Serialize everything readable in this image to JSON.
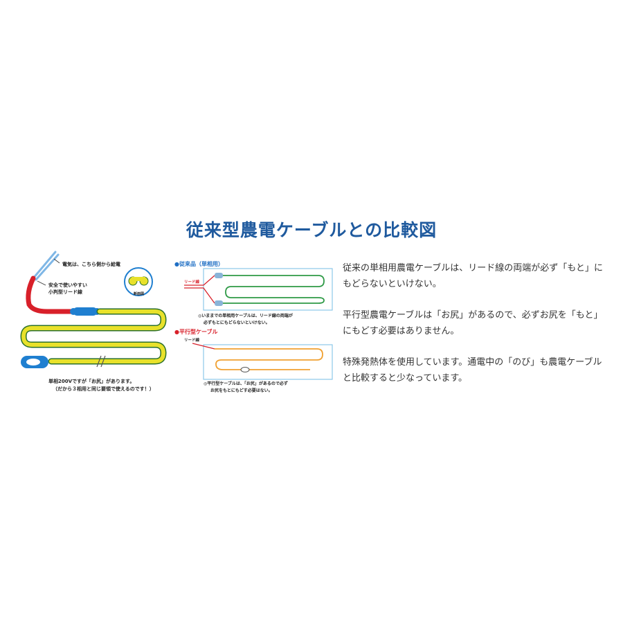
{
  "title": "従来型農電ケーブルとの比較図",
  "left_diagram": {
    "label_power": "電気は、こちら側から給電",
    "label_lead_1": "安全で使いやすい",
    "label_lead_2": "小判型リード線",
    "label_section": "断面図",
    "label_bottom_1": "単相200Vですが「お尻」があります。",
    "label_bottom_2": "（だから３相用と同じ要領で使えるのです！）"
  },
  "middle_diagram": {
    "conventional_heading": "●従来品（単相用）",
    "conventional_lead": "リード線",
    "conventional_note_1": "◎いままでの単相用ケーブルは、リード線の両端が",
    "conventional_note_2": "必ずもとにもどらないといけない。",
    "parallel_heading": "●平行型ケーブル",
    "parallel_lead": "リード線",
    "parallel_note_1": "◎平行型ケーブルは、「お尻」があるので必ず",
    "parallel_note_2": "お尻をもとにもどす必要はない。"
  },
  "explanation": {
    "p1": "従来の単相用農電ケーブルは、リード線の両端が必ず「もと」にもどらないといけない。",
    "p2": "平行型農電ケーブルは「お尻」があるので、必ずお尻を「もと」にもどす必要はありません。",
    "p3": "特殊発熱体を使用しています。通電中の「のび」も農電ケーブルと比較すると少なっています。"
  },
  "colors": {
    "title": "#1f5a9e",
    "cable_yellow": "#e8e12a",
    "cable_green": "#2e9a46",
    "cable_orange": "#f0a030",
    "lead_red": "#d8202a",
    "box_border": "#8cc8e8",
    "heading_blue": "#1f6fc4",
    "heading_red": "#d8202a"
  }
}
